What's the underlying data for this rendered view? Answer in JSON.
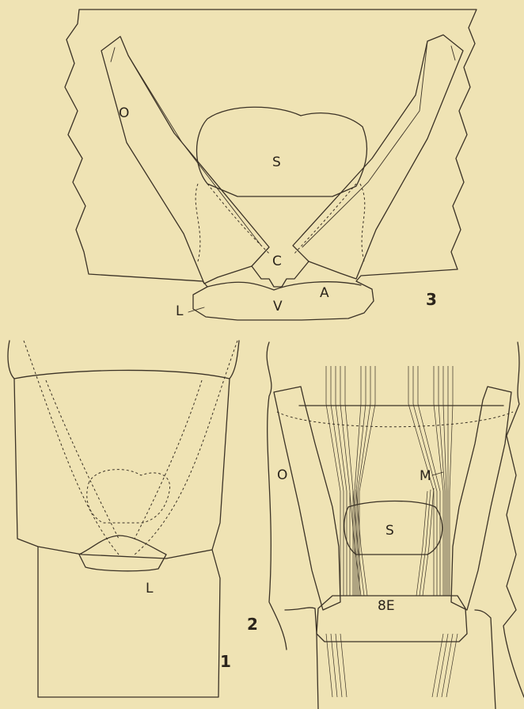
{
  "figures": {
    "fig1": {
      "number": "1",
      "label_L": "L"
    },
    "fig2": {
      "number": "2",
      "label_O": "O",
      "label_M": "M",
      "label_S": "S",
      "label_8E": "8E"
    },
    "fig3": {
      "number": "3",
      "label_O": "O",
      "label_S": "S",
      "label_C": "C",
      "label_V": "V",
      "label_A": "A",
      "label_L": "L"
    }
  },
  "colors": {
    "paper": "#efe3b4",
    "ink": "#3b3226"
  }
}
